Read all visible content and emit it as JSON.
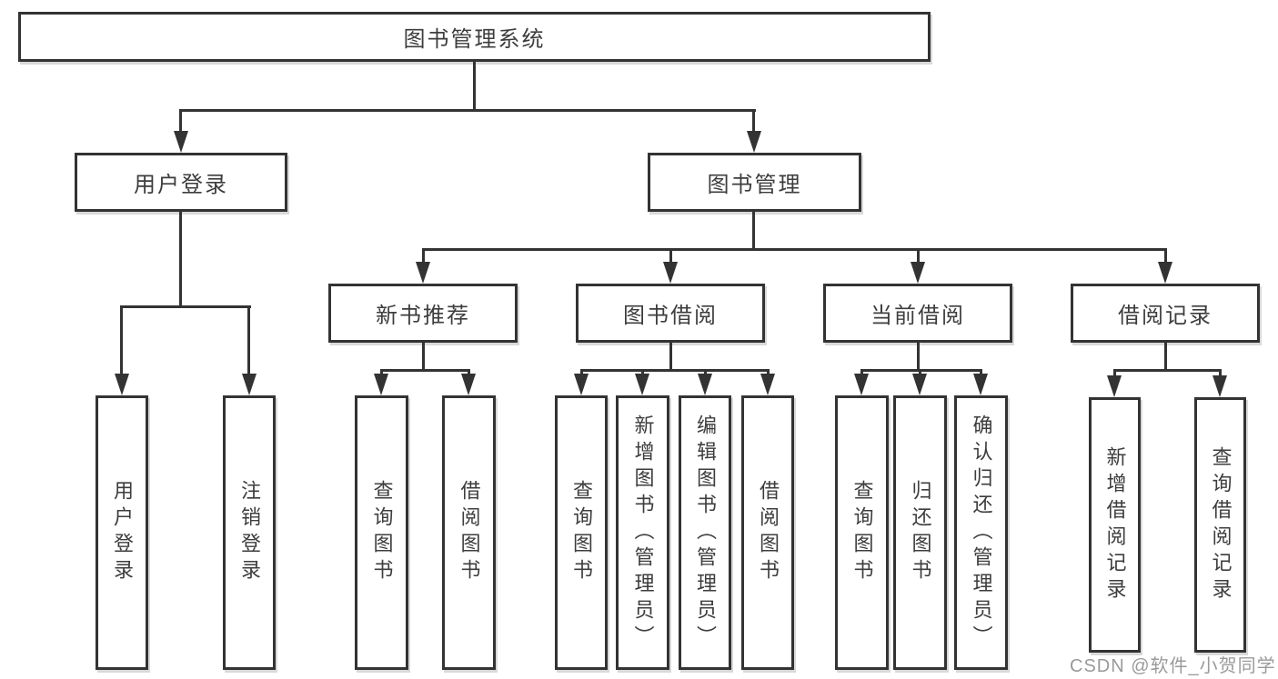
{
  "diagram": {
    "type": "hierarchy-tree",
    "colors": {
      "line": "#333333",
      "text": "#3d3d3d",
      "background": "#ffffff",
      "watermark": "#9a9a9a"
    },
    "tree": {
      "label": "图书管理系统",
      "children": [
        {
          "label": "用户登录",
          "children": [
            {
              "label": "用户登录"
            },
            {
              "label": "注销登录"
            }
          ]
        },
        {
          "label": "图书管理",
          "children": [
            {
              "label": "新书推荐",
              "children": [
                {
                  "label": "查询图书"
                },
                {
                  "label": "借阅图书"
                }
              ]
            },
            {
              "label": "图书借阅",
              "children": [
                {
                  "label": "查询图书"
                },
                {
                  "label": "新增图书（管理员）"
                },
                {
                  "label": "编辑图书（管理员）"
                },
                {
                  "label": "借阅图书"
                }
              ]
            },
            {
              "label": "当前借阅",
              "children": [
                {
                  "label": "查询图书"
                },
                {
                  "label": "归还图书"
                },
                {
                  "label": "确认归还（管理员）"
                }
              ]
            },
            {
              "label": "借阅记录",
              "children": [
                {
                  "label": "新增借阅记录"
                },
                {
                  "label": "查询借阅记录"
                }
              ]
            }
          ]
        }
      ]
    },
    "watermark": "CSDN @软件_小贺同学"
  }
}
